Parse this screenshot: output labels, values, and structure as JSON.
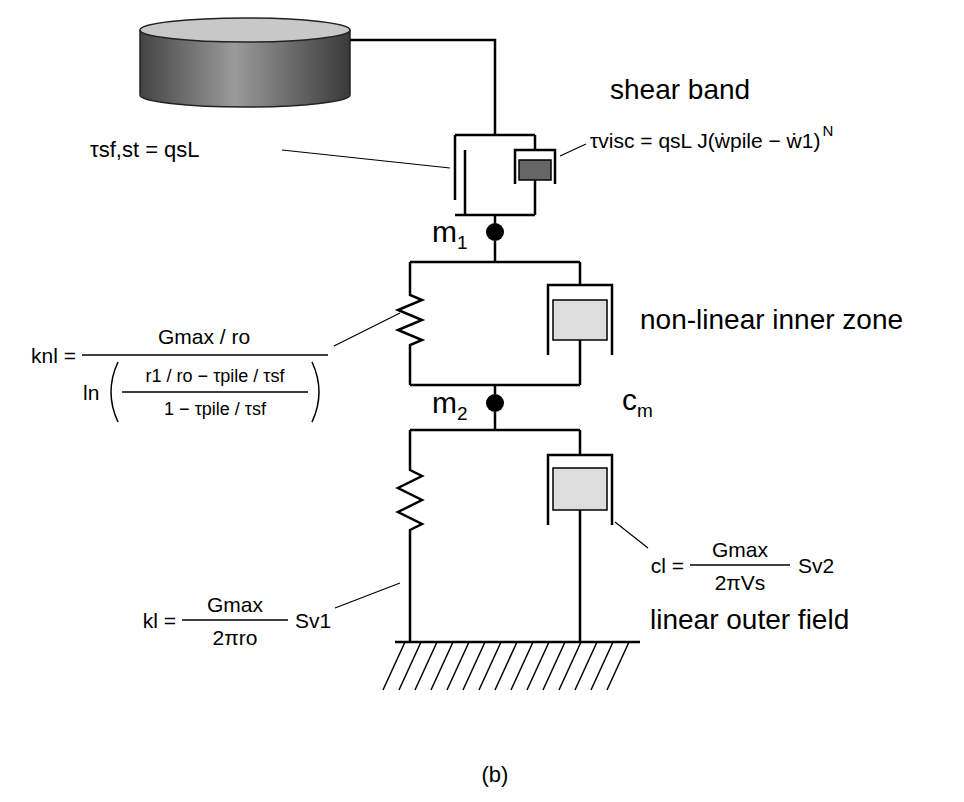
{
  "diagram": {
    "caption": "(b)",
    "labels": [
      "τsf,st = qsL",
      "shear band",
      "τvisc = qsL J(ẇpile − ẇ1)",
      "N",
      "m",
      "1",
      "knl =",
      "Gmax / ro",
      "ln",
      "r1 / ro − τpile / τsf",
      "1 − τpile / τsf",
      "non-linear inner zone",
      "c",
      "m",
      "m",
      "2",
      "kl =",
      "Gmax",
      "2πro",
      "Sv1",
      "cl =",
      "Gmax",
      "2πVs",
      "Sv2",
      "linear outer field"
    ]
  }
}
